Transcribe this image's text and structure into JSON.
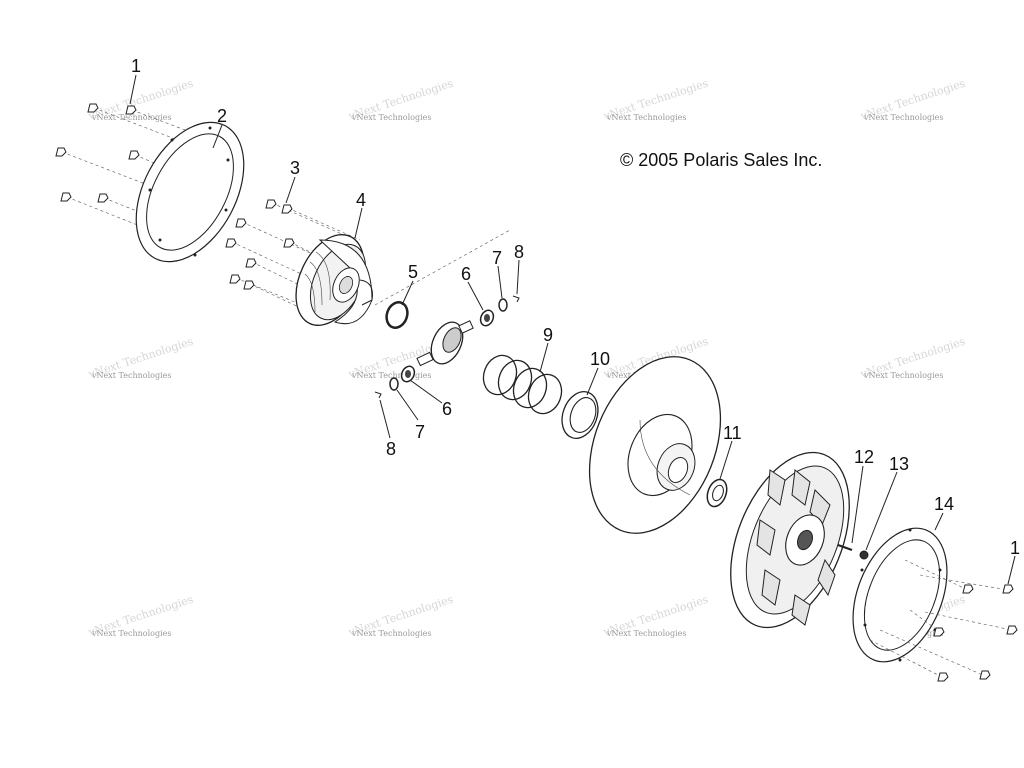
{
  "copyright": "© 2005 Polaris Sales Inc.",
  "watermark": {
    "line1": "vNext Technologies",
    "line2": "vNext Technologies"
  },
  "callouts": [
    "1",
    "2",
    "3",
    "4",
    "5",
    "6",
    "7",
    "8",
    "9",
    "10",
    "11",
    "12",
    "13",
    "14",
    "1",
    "6",
    "7",
    "8"
  ],
  "colors": {
    "ink": "#111111",
    "watermark": "#9a9a9a"
  }
}
